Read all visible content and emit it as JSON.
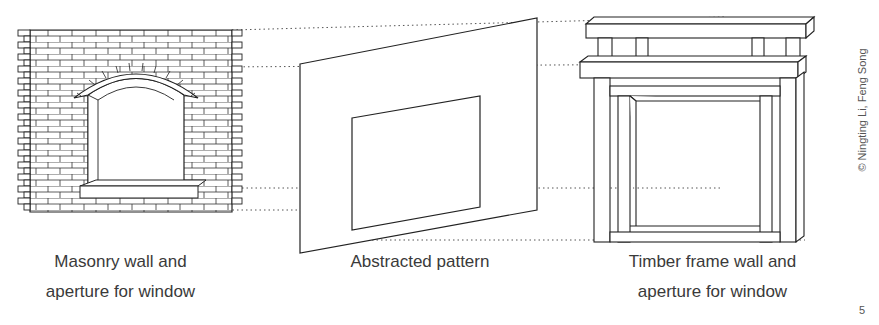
{
  "diagram": {
    "labels": [
      "Masonry wall and aperture for window",
      "Abstracted pattern",
      "Timber frame wall and aperture for window",
      "© Ningting Li, Feng Song",
      "5"
    ]
  }
}
